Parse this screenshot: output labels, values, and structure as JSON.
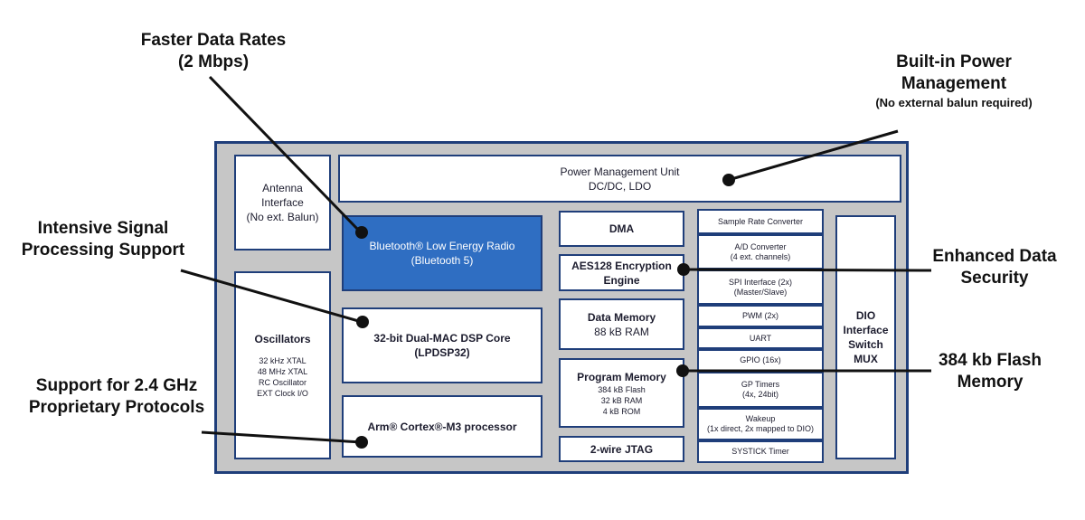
{
  "callouts": {
    "faster_data_rates": {
      "line1": "Faster Data Rates",
      "line2": "(2 Mbps)"
    },
    "power_management": {
      "line1": "Built-in Power",
      "line2": "Management",
      "note": "(No external balun required)"
    },
    "signal_processing": {
      "line1": "Intensive Signal",
      "line2": "Processing Support"
    },
    "data_security": {
      "line1": "Enhanced Data",
      "line2": "Security"
    },
    "proprietary_protocols": {
      "line1": "Support for 2.4 GHz",
      "line2": "Proprietary Protocols"
    },
    "flash_memory": {
      "line1": "384 kb Flash",
      "line2": "Memory"
    }
  },
  "blocks": {
    "antenna": {
      "line1": "Antenna",
      "line2": "Interface",
      "line3": "(No ext. Balun)"
    },
    "pmu": {
      "line1": "Power Management Unit",
      "line2": "DC/DC, LDO"
    },
    "radio": {
      "line1": "Bluetooth® Low Energy Radio",
      "line2": "(Bluetooth 5)"
    },
    "oscillators": {
      "title": "Oscillators",
      "items": [
        "32 kHz XTAL",
        "48 MHz XTAL",
        "RC Oscillator",
        "EXT Clock I/O"
      ]
    },
    "dsp": {
      "line1": "32-bit Dual-MAC DSP Core",
      "line2": "(LPDSP32)"
    },
    "cortex": {
      "label": "Arm® Cortex®-M3 processor"
    },
    "dma": {
      "label": "DMA"
    },
    "aes": {
      "line1": "AES128 Encryption",
      "line2": "Engine"
    },
    "data_memory": {
      "line1": "Data Memory",
      "line2": "88 kB RAM"
    },
    "program_memory": {
      "title": "Program Memory",
      "items": [
        "384 kB Flash",
        "32 kB RAM",
        "4 kB ROM"
      ]
    },
    "jtag": {
      "label": "2-wire JTAG"
    },
    "dio": {
      "line1": "DIO",
      "line2": "Interface",
      "line3": "Switch",
      "line4": "MUX"
    }
  },
  "peripherals": [
    {
      "line1": "Sample Rate Converter",
      "line2": ""
    },
    {
      "line1": "A/D Converter",
      "line2": "(4 ext. channels)"
    },
    {
      "line1": "SPI Interface (2x)",
      "line2": "(Master/Slave)"
    },
    {
      "line1": "PWM (2x)",
      "line2": ""
    },
    {
      "line1": "UART",
      "line2": ""
    },
    {
      "line1": "GPIO (16x)",
      "line2": ""
    },
    {
      "line1": "GP Timers",
      "line2": "(4x, 24bit)"
    },
    {
      "line1": "Wakeup",
      "line2": "(1x direct, 2x mapped to DIO)"
    },
    {
      "line1": "SYSTICK Timer",
      "line2": ""
    }
  ],
  "colors": {
    "chip_fill": "#c6c6c6",
    "border": "#1f3e7a",
    "radio_fill": "#2f6ec2",
    "leader_line": "#111111"
  }
}
